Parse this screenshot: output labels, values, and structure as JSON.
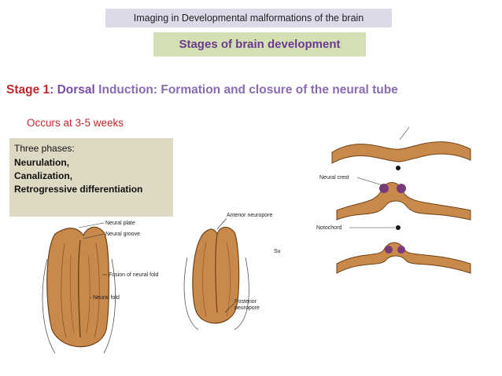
{
  "header": {
    "banner": "Imaging in Developmental malformations of the brain",
    "section_title": "Stages of brain development"
  },
  "stage": {
    "number_label": "Stage 1",
    "separator": ": ",
    "dorsal": "Dorsal",
    "description": " Induction: Formation and closure of the neural tube"
  },
  "timing": "Occurs at 3-5 weeks",
  "phases": {
    "intro": "Three phases:",
    "items": [
      "Neurulation,",
      "Canalization,",
      "Retrogressive differentiation"
    ]
  },
  "figure1": {
    "labels": {
      "neural_plate": "Neural plate",
      "neural_groove": "Neural groove",
      "fusion": "Fusion of neural fold",
      "neural_fold": "Neural fold"
    }
  },
  "figure2": {
    "labels": {
      "anterior": "Anterior neuropore",
      "partial": "Su",
      "posterior_1": "Posterior",
      "posterior_2": "neuropore"
    }
  },
  "figure3": {
    "labels": {
      "neural_crest": "Neural crest",
      "notochord": "Notochord"
    }
  },
  "colors": {
    "banner_bg": "#ddd9e8",
    "title_bg": "#d4e0b3",
    "title_text": "#6a3b8e",
    "red": "#c0282e",
    "purple": "#7a4ea6",
    "tissue": "#c8894a",
    "phases_bg": "#ddd9c3"
  }
}
